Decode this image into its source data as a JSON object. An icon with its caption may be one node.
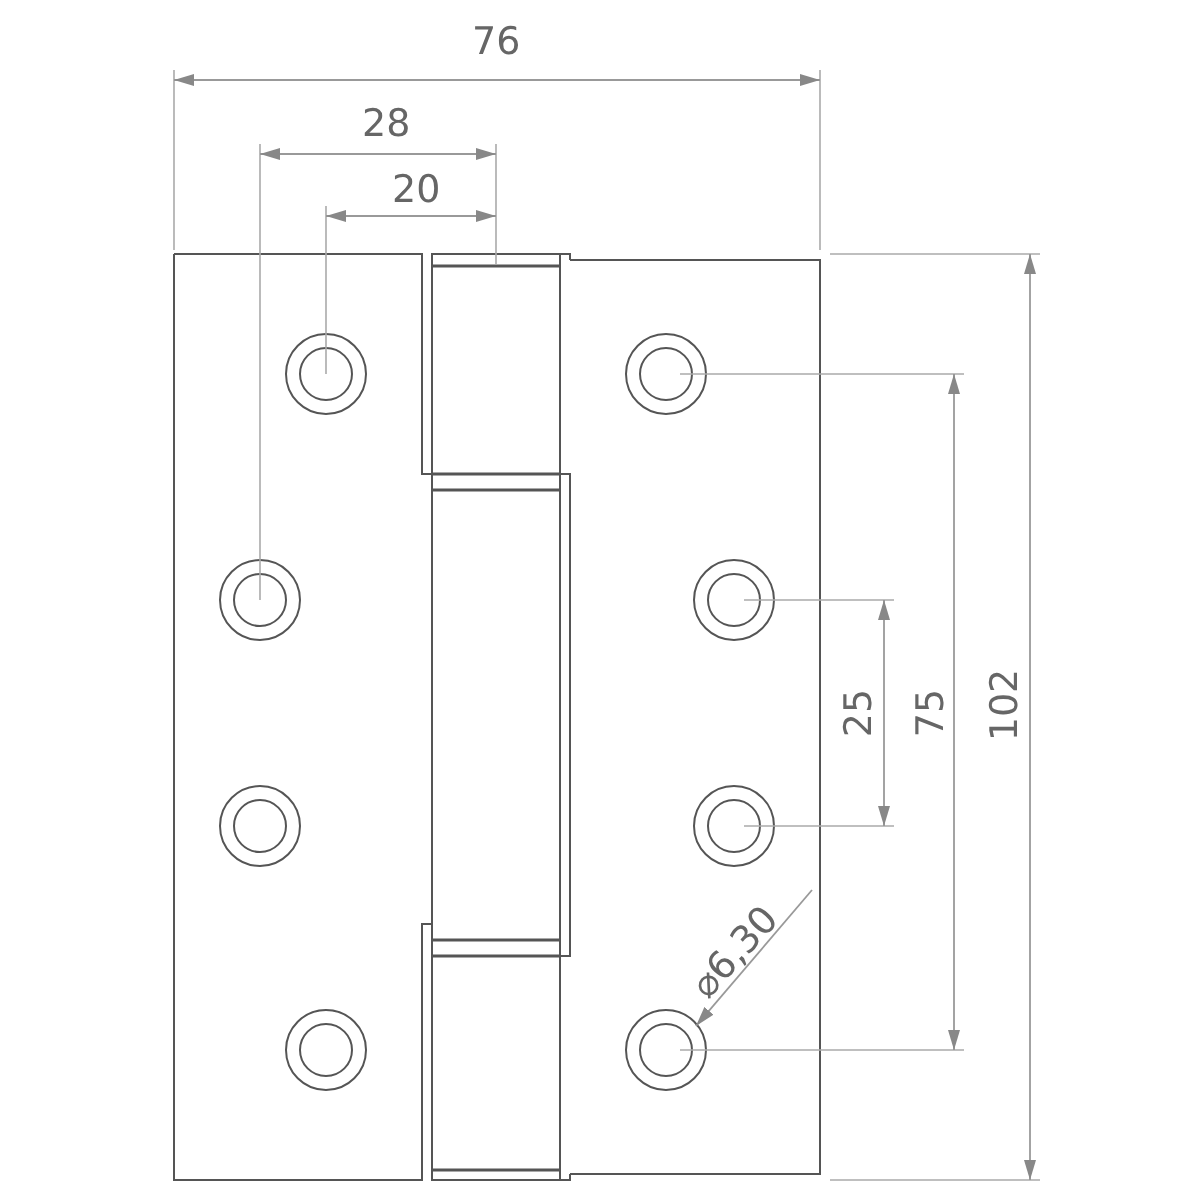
{
  "diagram": {
    "labels": [
      "76",
      "28",
      "20",
      "25",
      "75",
      "102",
      "⌀6,30"
    ]
  }
}
